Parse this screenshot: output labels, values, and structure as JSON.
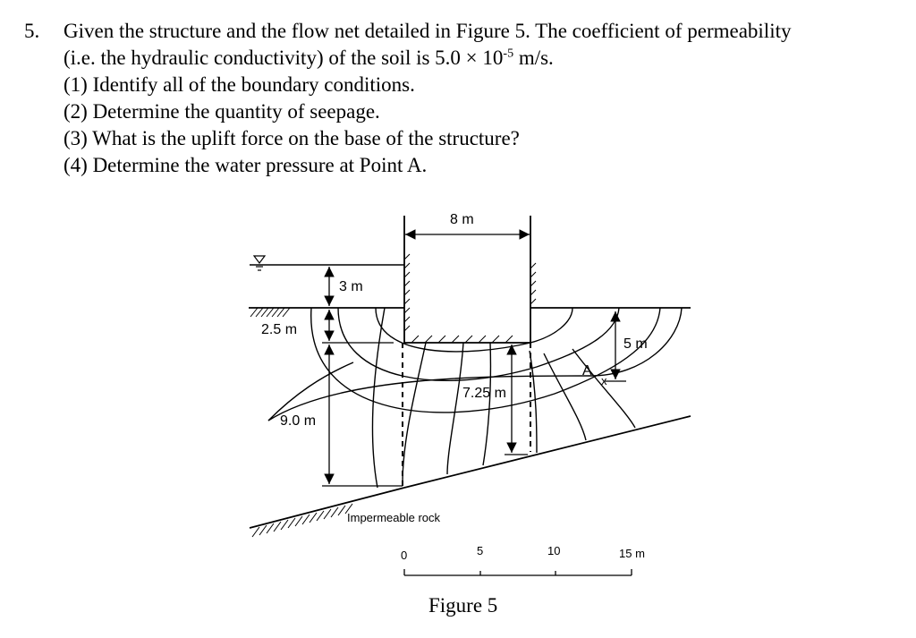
{
  "problem": {
    "number": "5.",
    "text_line1": "Given the structure and the flow net detailed in Figure 5. The coefficient of permeability",
    "text_line2_a": "(i.e. the hydraulic conductivity) of the soil is 5.0 × 10",
    "text_line2_exp": "-5",
    "text_line2_b": " m/s.",
    "questions": [
      "(1) Identify all of the boundary conditions.",
      "(2) Determine the quantity of seepage.",
      "(3) What is the uplift force on the base of the structure?",
      "(4) Determine the water pressure at Point A."
    ]
  },
  "figure": {
    "caption": "Figure 5",
    "dim_width": "8 m",
    "dim_water_depth": "3 m",
    "dim_embed": "2.5 m",
    "dim_soil_depth": "9.0 m",
    "dim_center": "7.25 m",
    "dim_point_a": "5 m",
    "point_a": "A",
    "rock_label": "Impermeable rock",
    "scale": [
      "0",
      "5",
      "10",
      "15 m"
    ]
  }
}
